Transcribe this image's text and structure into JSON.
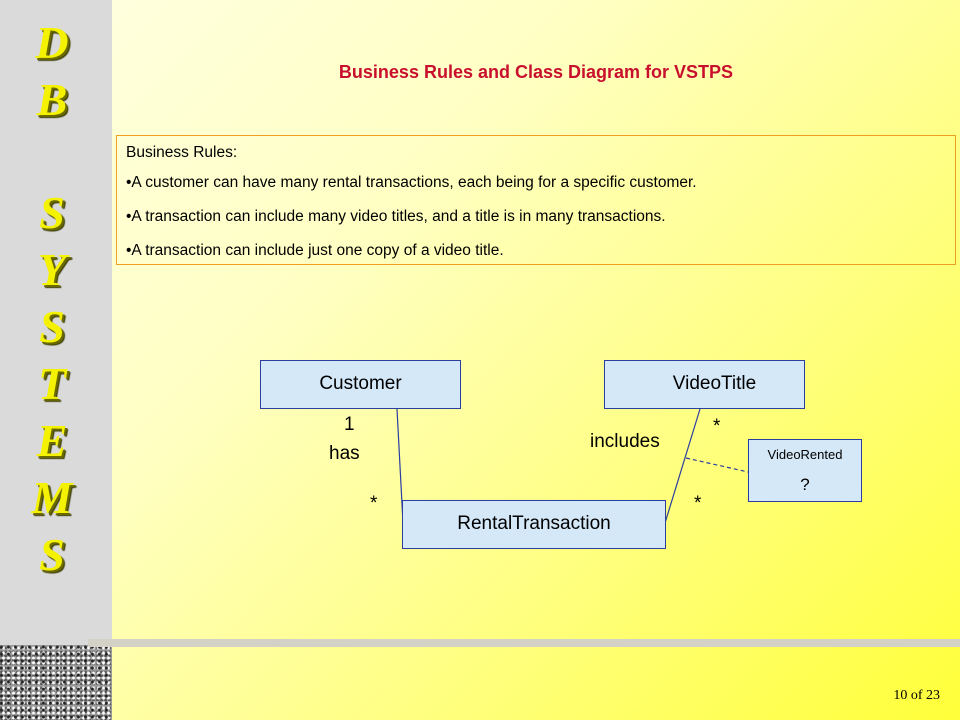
{
  "logo": {
    "word1": [
      "D",
      "B"
    ],
    "word2": [
      "S",
      "Y",
      "S",
      "T",
      "E",
      "M",
      "S"
    ]
  },
  "title": "Business Rules and Class Diagram for VSTPS",
  "rules": {
    "heading": "Business Rules:",
    "items": [
      "•A customer can have many rental transactions, each being for a specific customer.",
      "•A transaction can include many video titles, and a title is in many transactions.",
      "•A transaction can include just one copy of a video title."
    ]
  },
  "diagram": {
    "classes": {
      "customer": "Customer",
      "video_title": "VideoTitle",
      "rental_transaction": "RentalTransaction",
      "video_rented": "VideoRented",
      "video_rented_attr": "?"
    },
    "associations": {
      "has": {
        "name": "has",
        "customer_end": "1",
        "transaction_end": "*"
      },
      "includes": {
        "name": "includes",
        "title_end": "*",
        "transaction_end": "*"
      }
    },
    "colors": {
      "box_fill": "#d4e8f8",
      "box_border": "#2a3fa0",
      "line": "#2a3fa0"
    }
  },
  "footer": {
    "page": "10",
    "of": "of",
    "total": "23"
  }
}
